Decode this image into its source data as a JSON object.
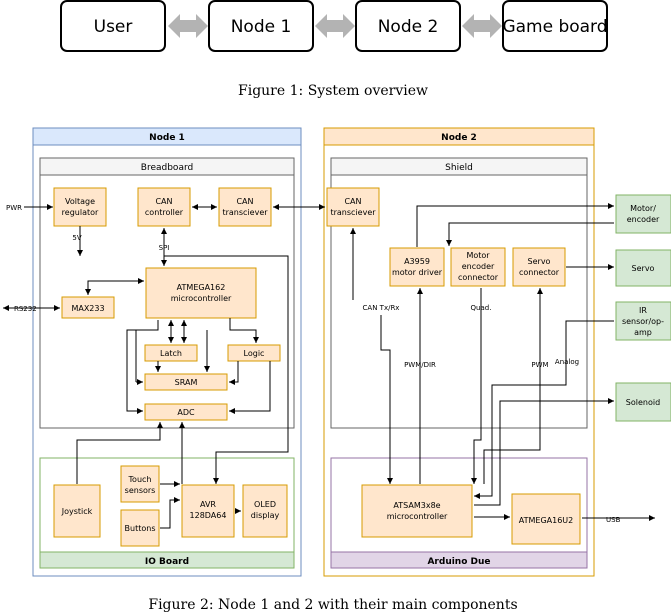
{
  "overview": {
    "boxes": [
      "User",
      "Node 1",
      "Node 2",
      "Game board"
    ],
    "caption": "Figure 1: System overview"
  },
  "node1": {
    "title": "Node 1",
    "breadboard": {
      "title": "Breadboard",
      "voltage_regulator": [
        "Voltage",
        "regulator"
      ],
      "can_controller": [
        "CAN",
        "controller"
      ],
      "can_transceiver": [
        "CAN",
        "transciever"
      ],
      "atmega162": [
        "ATMEGA162",
        "microcontroller"
      ],
      "max233": "MAX233",
      "latch": "Latch",
      "logic": "Logic",
      "sram": "SRAM",
      "adc": "ADC"
    },
    "io_board": {
      "title": "IO Board",
      "joystick": "Joystick",
      "touch_sensors": [
        "Touch",
        "sensors"
      ],
      "buttons": "Buttons",
      "avr": [
        "AVR",
        "128DA64"
      ],
      "oled": [
        "OLED",
        "display"
      ]
    },
    "labels": {
      "pwr": "PWR",
      "v5": "5V",
      "spi": "SPI",
      "rs232": "RS232"
    }
  },
  "node2": {
    "title": "Node 2",
    "shield": {
      "title": "Shield",
      "can_transceiver": [
        "CAN",
        "transciever"
      ],
      "a3959": [
        "A3959",
        "motor driver"
      ],
      "motor_encoder_connector": [
        "Motor",
        "encoder",
        "connector"
      ],
      "servo_connector": [
        "Servo",
        "connector"
      ]
    },
    "arduino": {
      "title": "Arduino Due",
      "atsam": [
        "ATSAM3x8e",
        "microcontroller"
      ],
      "atmega16u2": "ATMEGA16U2"
    },
    "labels": {
      "can_txrx": "CAN Tx/Rx",
      "pwm_dir": "PWM/DIR",
      "quad": "Quad.",
      "pwm": "PWM",
      "analog": "Analog",
      "usb": "USB"
    }
  },
  "external": {
    "motor_encoder": [
      "Motor/",
      "encoder"
    ],
    "servo": "Servo",
    "ir_sensor": [
      "IR",
      "sensor/op-",
      "amp"
    ],
    "solenoid": "Solenoid"
  },
  "caption2": "Figure 2: Node 1 and 2 with their main components",
  "colors": {
    "orange_fill": "#ffe6cc",
    "orange_stroke": "#d79b00",
    "green_fill": "#d5e8d4",
    "green_stroke": "#82b366",
    "blue_fill": "#dae8fc",
    "blue_stroke": "#6c8ebf",
    "purple_fill": "#e1d5e7",
    "purple_stroke": "#9673a6",
    "gray_fill": "#f5f5f5",
    "gray_stroke": "#666666",
    "gray_arrow": "#b3b3b3"
  }
}
